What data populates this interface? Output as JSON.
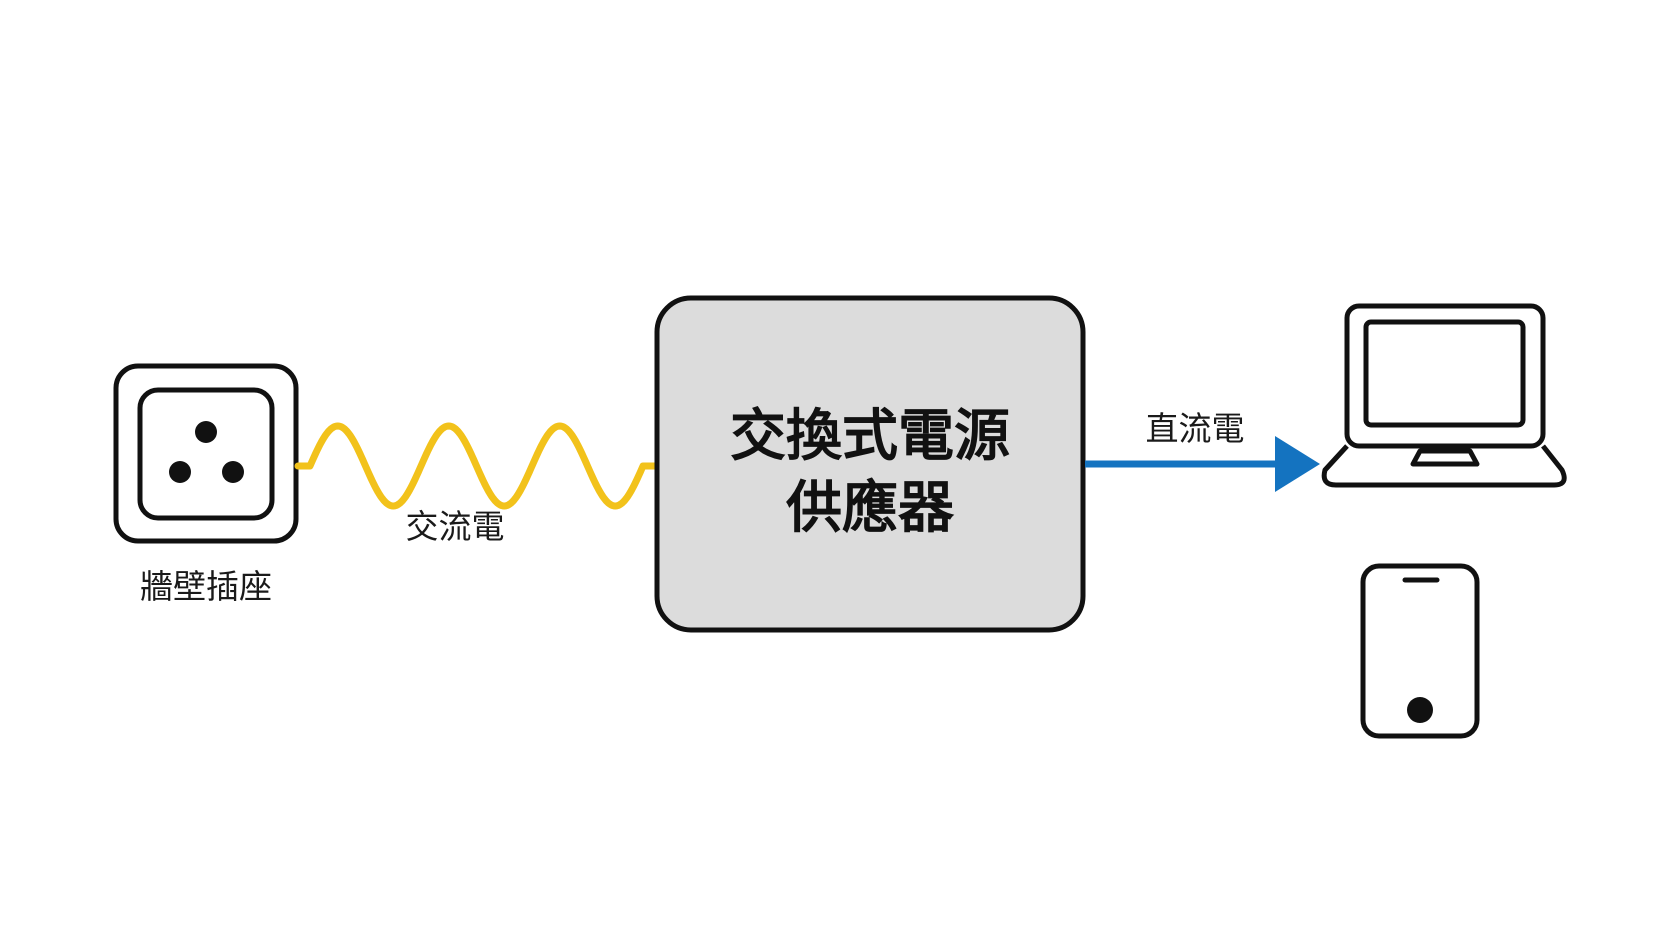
{
  "nodes": {
    "wall_outlet": {
      "label": "牆壁插座",
      "icon": "wall-outlet-icon"
    },
    "power_supply": {
      "line1": "交換式電源",
      "line2": "供應器"
    },
    "laptop": {
      "icon": "laptop-icon"
    },
    "phone": {
      "icon": "smartphone-icon"
    }
  },
  "edges": {
    "ac": {
      "label": "交流電",
      "color": "#F2C21B",
      "style": "sine-wave"
    },
    "dc": {
      "label": "直流電",
      "color": "#1473C0",
      "style": "arrow"
    }
  },
  "colors": {
    "psu_fill": "#DCDCDC",
    "stroke": "#111111",
    "background": "#FFFFFF"
  }
}
